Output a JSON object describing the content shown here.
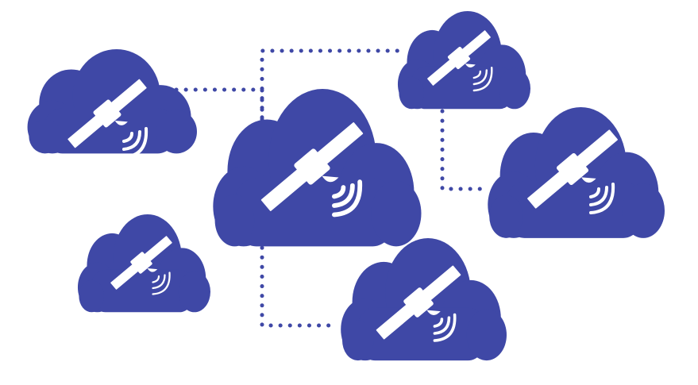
{
  "diagram": {
    "colors": {
      "background": "#ffffff",
      "cloud_fill": "#3f48a6",
      "icon_fill": "#ffffff",
      "connector": "#3f48a6"
    },
    "nodes": [
      {
        "id": "cloud-top-left",
        "icon": "satellite-icon",
        "signal": "signal-waves-icon"
      },
      {
        "id": "cloud-center",
        "icon": "satellite-icon",
        "signal": "signal-waves-icon"
      },
      {
        "id": "cloud-top-right",
        "icon": "satellite-icon",
        "signal": "signal-waves-icon"
      },
      {
        "id": "cloud-right",
        "icon": "satellite-icon",
        "signal": "signal-waves-icon"
      },
      {
        "id": "cloud-bottom-left",
        "icon": "satellite-icon",
        "signal": "signal-waves-icon"
      },
      {
        "id": "cloud-bottom-center",
        "icon": "satellite-icon",
        "signal": "signal-waves-icon"
      }
    ],
    "connections": [
      {
        "from": "cloud-top-left",
        "to": "cloud-center",
        "style": "dotted"
      },
      {
        "from": "cloud-center",
        "to": "cloud-top-right",
        "style": "dotted"
      },
      {
        "from": "cloud-top-right",
        "to": "cloud-right",
        "style": "dotted"
      },
      {
        "from": "cloud-center",
        "to": "cloud-bottom-center",
        "style": "dotted"
      }
    ]
  }
}
